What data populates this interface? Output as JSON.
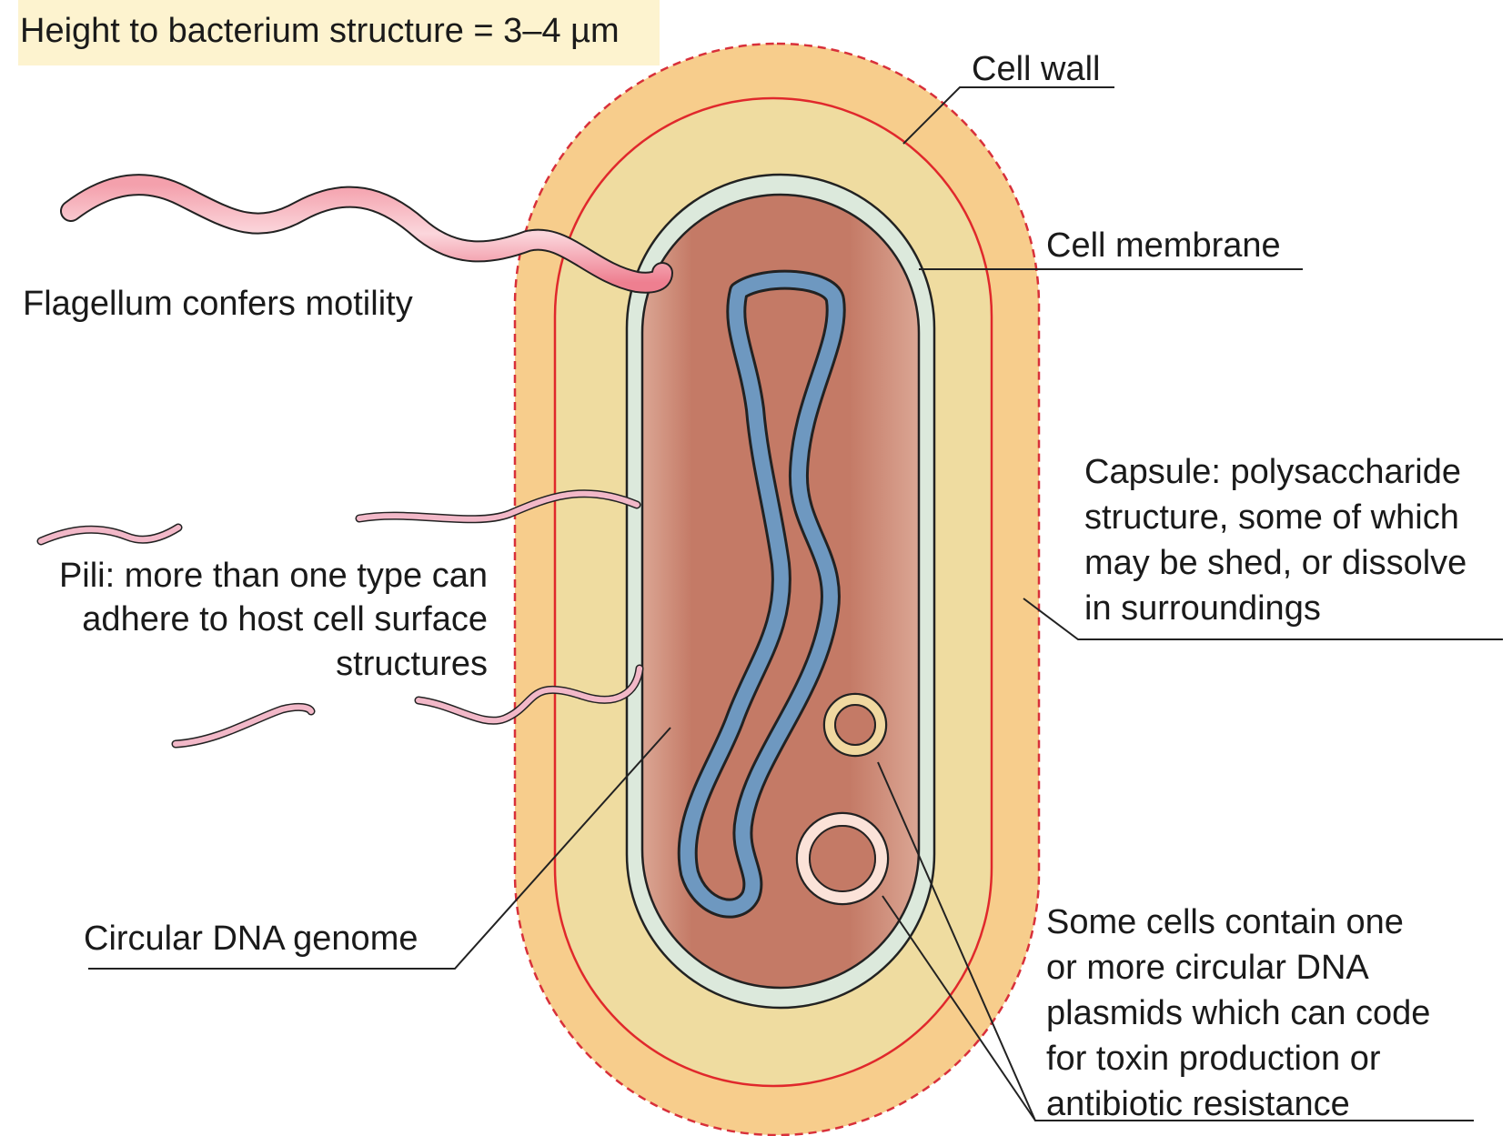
{
  "height_note": "Height to bacterium structure = 3–4 µm",
  "labels": {
    "cell_wall": "Cell wall",
    "cell_membrane": "Cell membrane",
    "flagellum": "Flagellum confers motility",
    "capsule": [
      "Capsule: polysaccharide",
      "structure, some of which",
      "may be shed, or dissolve",
      "in surroundings"
    ],
    "pili": [
      "Pili: more than one type can",
      "adhere to host cell surface",
      "structures"
    ],
    "circular_dna": "Circular DNA genome",
    "plasmids": [
      "Some cells contain one",
      "or more circular DNA",
      "plasmids which can code",
      "for toxin production or",
      "antibiotic resistance"
    ]
  },
  "colors": {
    "capsule": "#f7cd8c",
    "cell_wall_band": "#efdca0",
    "cell_wall_line": "#e0282c",
    "membrane": "#dce9dc",
    "cytoplasm": "#c47a66",
    "cytoplasm_light": "#dca898",
    "dna": "#6e98c0",
    "plasmid_small": "#f0d8a0",
    "plasmid_large": "#fbe2d8",
    "flagellum": "#f08a98",
    "pili": "#f2b8c8",
    "note_bg": "#fdf3cf"
  }
}
